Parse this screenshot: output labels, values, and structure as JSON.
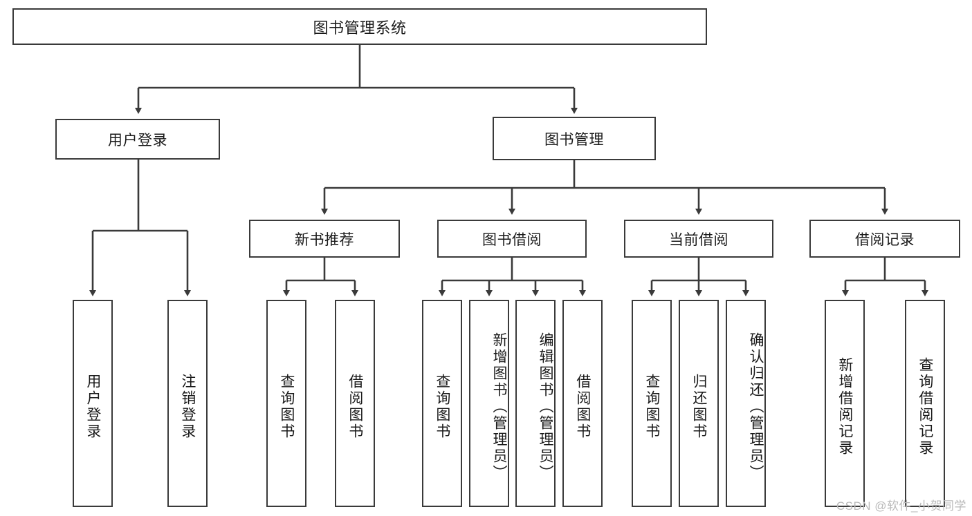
{
  "diagram": {
    "title": "图书管理系统",
    "type": "tree-hierarchy-diagram",
    "root": {
      "label": "图书管理系统"
    },
    "level1": [
      {
        "label": "用户登录"
      },
      {
        "label": "图书管理"
      }
    ],
    "level2": [
      {
        "label": "新书推荐"
      },
      {
        "label": "图书借阅"
      },
      {
        "label": "当前借阅"
      },
      {
        "label": "借阅记录"
      }
    ],
    "leaves": {
      "user_login": [
        {
          "label": "用户登录"
        },
        {
          "label": "注销登录"
        }
      ],
      "new_book_recommend": [
        {
          "label": "查询图书"
        },
        {
          "label": "借阅图书"
        }
      ],
      "book_borrow": [
        {
          "label": "查询图书"
        },
        {
          "label": "新增图书（管理员）"
        },
        {
          "label": "编辑图书（管理员）"
        },
        {
          "label": "借阅图书"
        }
      ],
      "current_borrow": [
        {
          "label": "查询图书"
        },
        {
          "label": "归还图书"
        },
        {
          "label": "确认归还（管理员）"
        }
      ],
      "borrow_record": [
        {
          "label": "新增借阅记录"
        },
        {
          "label": "查询借阅记录"
        }
      ]
    }
  },
  "watermark": {
    "text": "CSDN @软件_小贺同学"
  },
  "colors": {
    "stroke": "#3a3a3a",
    "background": "#ffffff",
    "text": "#1a1a1a",
    "watermark": "#b9b9b9"
  }
}
